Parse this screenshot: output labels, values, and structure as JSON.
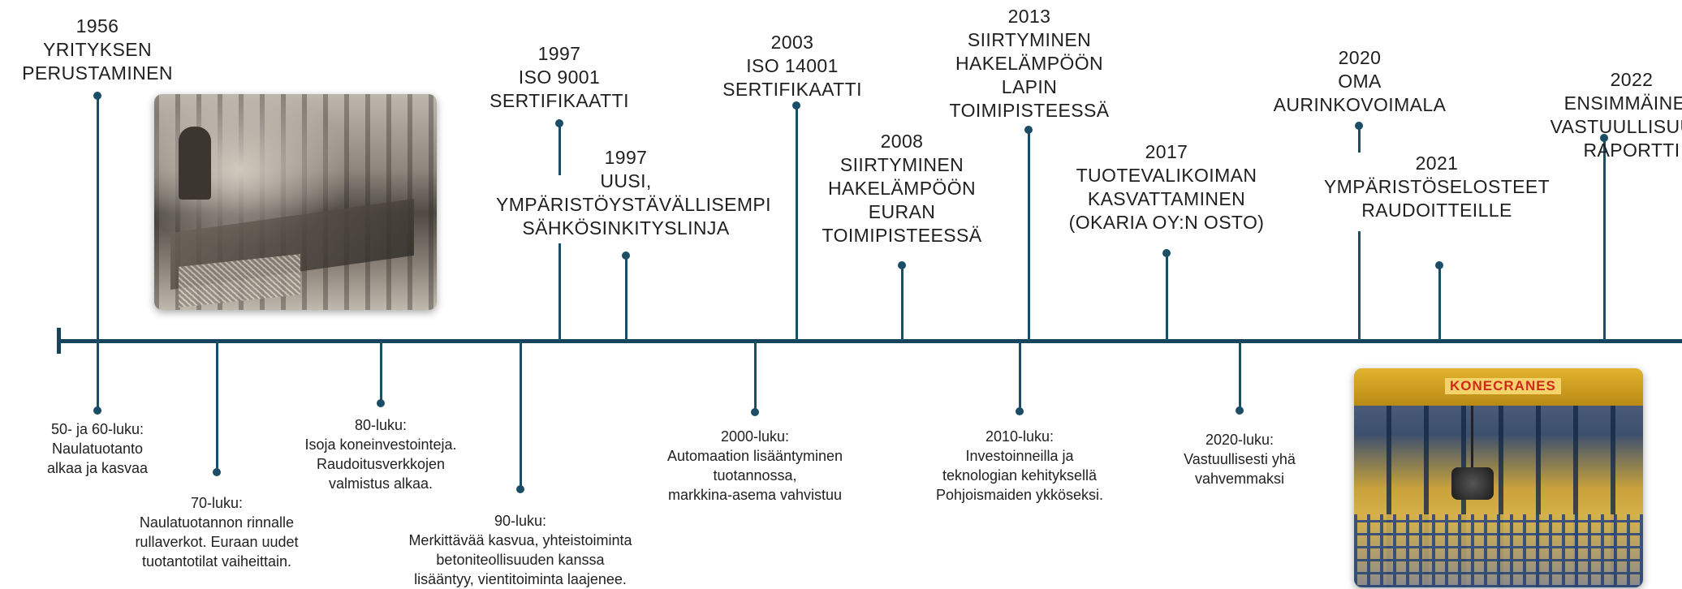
{
  "timeline": {
    "milestones_top": [
      {
        "year": "1956",
        "lines": [
          "YRITYKSEN",
          "PERUSTAMINEN"
        ]
      },
      {
        "year": "1997",
        "lines": [
          "ISO 9001",
          "SERTIFIKAATTI"
        ]
      },
      {
        "year": "1997",
        "lines": [
          "UUSI,",
          "YMPÄRISTÖYSTÄVÄLLISEMPI",
          "SÄHKÖSINKITYSLINJA"
        ]
      },
      {
        "year": "2003",
        "lines": [
          "ISO 14001",
          "SERTIFIKAATTI"
        ]
      },
      {
        "year": "2008",
        "lines": [
          "SIIRTYMINEN",
          "HAKELÄMPÖÖN",
          "EURAN",
          "TOIMIPISTEESSÄ"
        ]
      },
      {
        "year": "2013",
        "lines": [
          "SIIRTYMINEN",
          "HAKELÄMPÖÖN",
          "LAPIN",
          "TOIMIPISTEESSÄ"
        ]
      },
      {
        "year": "2017",
        "lines": [
          "TUOTEVALIKOIMAN",
          "KASVATTAMINEN",
          "(OKARIA OY:N OSTO)"
        ]
      },
      {
        "year": "2020",
        "lines": [
          "OMA",
          "AURINKOVOIMALA"
        ]
      },
      {
        "year": "2021",
        "lines": [
          "YMPÄRISTÖSELOSTEET",
          "RAUDOITTEILLE"
        ]
      },
      {
        "year": "2022",
        "lines": [
          "ENSIMMÄINEN",
          "VASTUULLISUUS-",
          "RAPORTTI"
        ]
      }
    ],
    "eras_bottom": [
      {
        "lines": [
          "50- ja 60-luku:",
          "Naulatuotanto",
          "alkaa ja kasvaa"
        ]
      },
      {
        "lines": [
          "70-luku:",
          "Naulatuotannon rinnalle",
          "rullaverkot. Euraan uudet",
          "tuotantotilat vaiheittain."
        ]
      },
      {
        "lines": [
          "80-luku:",
          "Isoja koneinvestointeja.",
          "Raudoitusverkkojen",
          "valmistus alkaa."
        ]
      },
      {
        "lines": [
          "90-luku:",
          "Merkittävää kasvua, yhteistoiminta",
          "betoniteollisuuden kanssa",
          "lisääntyy, vientitoiminta laajenee."
        ]
      },
      {
        "lines": [
          "2000-luku:",
          "Automaation lisääntyminen",
          "tuotannossa,",
          "markkina-asema vahvistuu"
        ]
      },
      {
        "lines": [
          "2010-luku:",
          "Investoinneilla ja",
          "teknologian kehityksellä",
          "Pohjoismaiden ykköseksi."
        ]
      },
      {
        "lines": [
          "2020-luku:",
          "Vastuullisesti yhä",
          "vahvemmaksi"
        ]
      }
    ],
    "photo_brand_text": "KONECRANES"
  },
  "colors": {
    "axis": "#16445c",
    "stem": "#1b4d66",
    "text": "#222222",
    "background": "#ffffff"
  }
}
